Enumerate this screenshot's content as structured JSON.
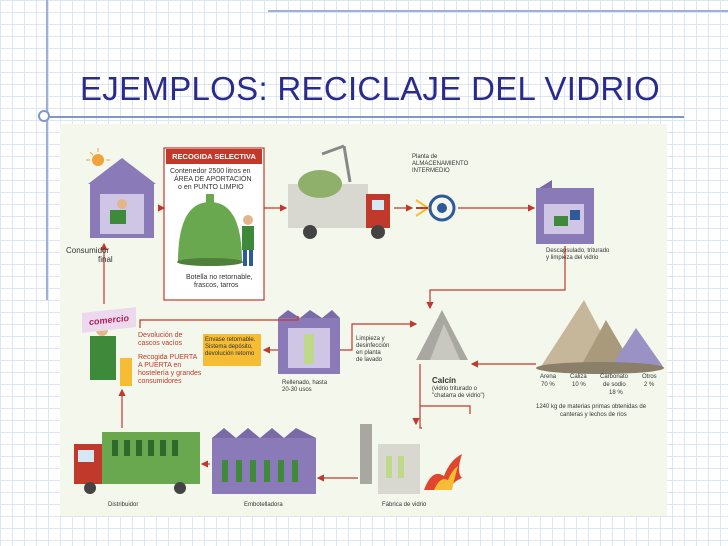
{
  "slide": {
    "title": "EJEMPLOS: RECICLAJE DEL VIDRIO"
  },
  "diagram": {
    "recogida_header": "RECOGIDA SELECTIVA",
    "contenedor_line1": "Contenedor 2500 litros en",
    "contenedor_line2": "ÁREA DE APORTACIÓN",
    "contenedor_line3": "o en PUNTO LIMPIO",
    "botella_line1": "Botella no retornable,",
    "botella_line2": "frascos, tarros",
    "planta_line1": "Planta de",
    "planta_line2": "ALMACENAMIENTO",
    "planta_line3": "INTERMEDIO",
    "descapsulado_line1": "Descapsulado, triturado",
    "descapsulado_line2": "y limpieza del vidrio",
    "consumidor_line1": "Consumidor",
    "consumidor_line2": "final",
    "comercio": "comercio",
    "devolucion_line1": "Devolución de",
    "devolucion_line2": "cascos vacíos",
    "recogida_puerta_line1": "Recogida PUERTA",
    "recogida_puerta_line2": "A PUERTA en",
    "recogida_puerta_line3": "hostelería y grandes",
    "recogida_puerta_line4": "consumidores",
    "envase_line1": "Envase retornable.",
    "envase_line2": "Sistema depósito,",
    "envase_line3": "devolución retorno",
    "limpieza_line1": "Limpieza y",
    "limpieza_line2": "desinfección",
    "limpieza_line3": "en planta",
    "limpieza_line4": "de lavado",
    "rellenado_line1": "Rellenado, hasta",
    "rellenado_line2": "20-30 usos",
    "calcin_title": "Calcín",
    "calcin_line1": "(vidrio triturado o",
    "calcin_line2": "\"chatarra de vidrio\")",
    "arena_name": "Arena",
    "arena_pct": "70 %",
    "caliza_name": "Caliza",
    "caliza_pct": "10 %",
    "carbonato_name": "Carbonato",
    "carbonato_line2": "de sodio",
    "carbonato_pct": "18 %",
    "otros_name": "Otros",
    "otros_pct": "2 %",
    "materias_line1": "1240 kg de materias primas obtenidas de",
    "materias_line2": "canteras y lechos de ríos",
    "distribuidor": "Distribuidor",
    "embotelladora": "Embotelladora",
    "fabrica": "Fábrica de vidrio"
  },
  "colors": {
    "title": "#2b2b8e",
    "arrow": "#c0392b",
    "building": "#7a6aa8",
    "truck_red": "#c0392b",
    "bottle_green": "#3f8a3a",
    "header_red": "#c0392b",
    "envase_yellow": "#f6bd34"
  }
}
